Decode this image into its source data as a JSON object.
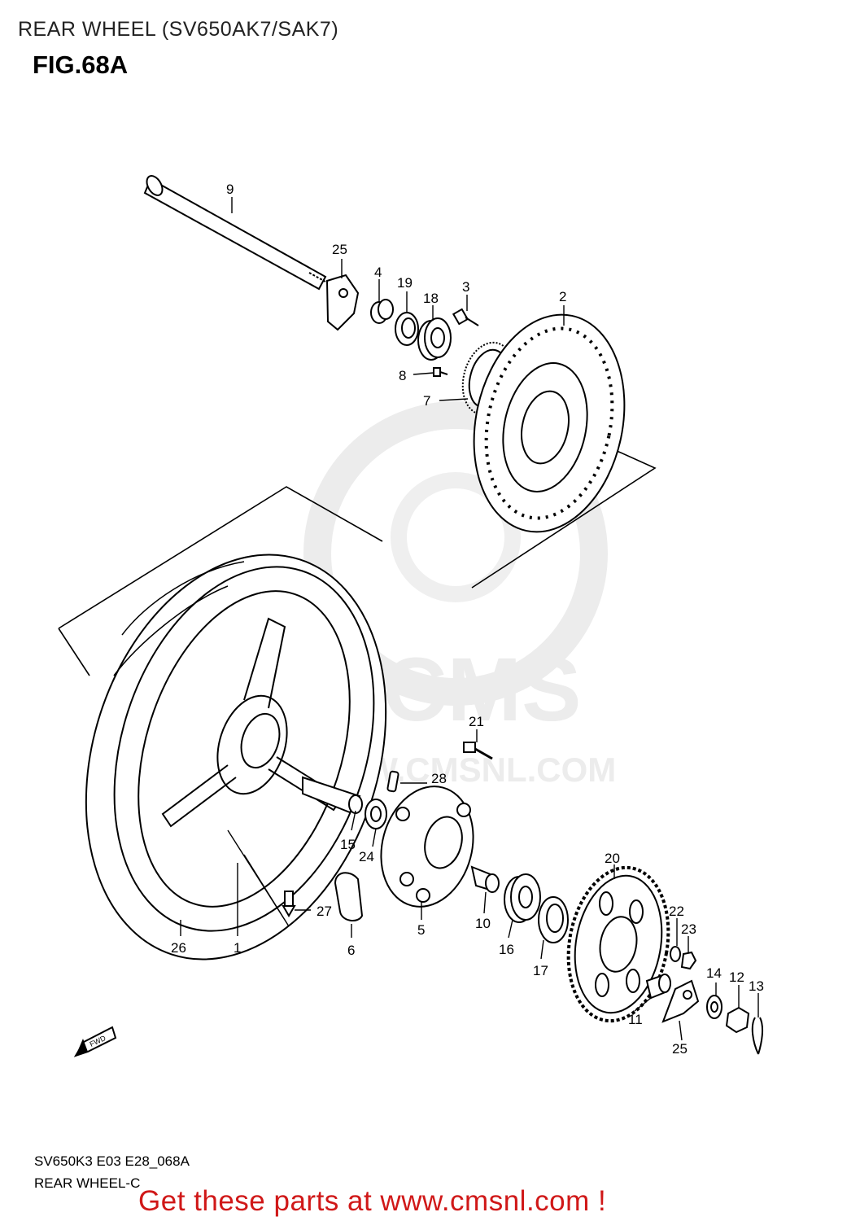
{
  "header": {
    "title": "REAR WHEEL (SV650AK7/SAK7)",
    "figure": "FIG.68A"
  },
  "watermark": {
    "brand": "CMS",
    "url": "WWW.CMSNL.COM",
    "color": "#ececec"
  },
  "callouts": {
    "c9": "9",
    "c25a": "25",
    "c4": "4",
    "c19": "19",
    "c18": "18",
    "c3": "3",
    "c2": "2",
    "c8": "8",
    "c7": "7",
    "c21": "21",
    "c28": "28",
    "c15": "15",
    "c24": "24",
    "c27": "27",
    "c26": "26",
    "c1": "1",
    "c6": "6",
    "c5": "5",
    "c10": "10",
    "c16": "16",
    "c20": "20",
    "c17": "17",
    "c22": "22",
    "c23": "23",
    "c14": "14",
    "c12": "12",
    "c13": "13",
    "c11": "11",
    "c25b": "25"
  },
  "direction_badge": "FWD",
  "footer": {
    "code": "SV650K3 E03 E28_068A",
    "name": "REAR WHEEL-C",
    "promo": "Get these parts at www.cmsnl.com !",
    "promo_color": "#d01818"
  }
}
